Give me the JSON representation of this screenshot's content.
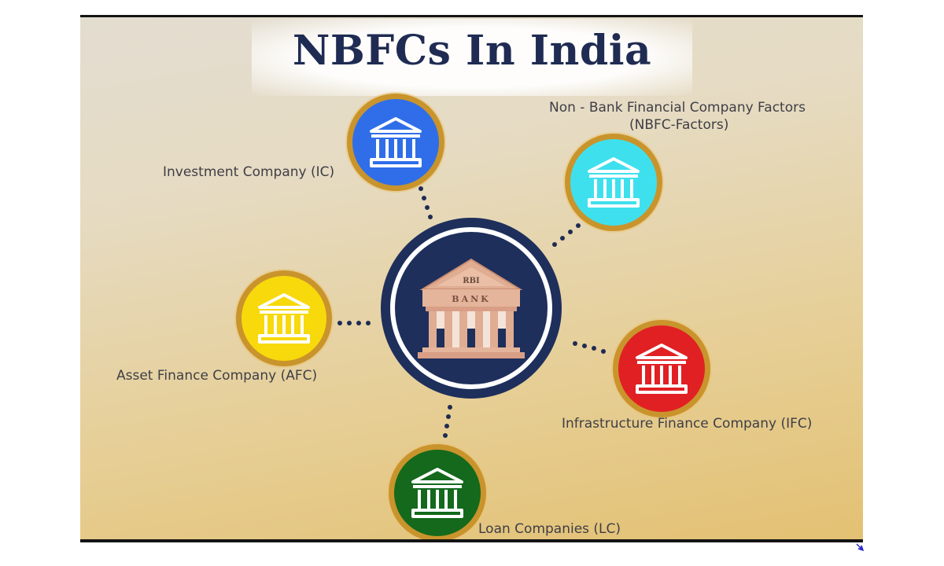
{
  "title": "NBFCs In India",
  "center": {
    "icon": "bank-building-icon",
    "pediment_text": "RBI",
    "frieze_text": "BANK",
    "color": "#1e2f5b"
  },
  "nodes": [
    {
      "id": "ic",
      "label": "Investment Company (IC)",
      "color": "#2f6ee8",
      "icon": "bank-icon"
    },
    {
      "id": "nbfc-factors",
      "label_line1": "Non - Bank Financial Company Factors",
      "label_line2": "(NBFC-Factors)",
      "color": "#3fe0ee",
      "icon": "bank-icon"
    },
    {
      "id": "afc",
      "label": "Asset Finance Company (AFC)",
      "color": "#f7d90c",
      "icon": "bank-icon"
    },
    {
      "id": "ifc",
      "label": "Infrastructure Finance Company (IFC)",
      "color": "#e12024",
      "icon": "bank-icon"
    },
    {
      "id": "lc",
      "label": "Loan Companies (LC)",
      "color": "#14691c",
      "icon": "bank-icon"
    }
  ],
  "colors": {
    "ring": "#c9942c",
    "title": "#1f2b52",
    "connector": "#1f2b52"
  }
}
